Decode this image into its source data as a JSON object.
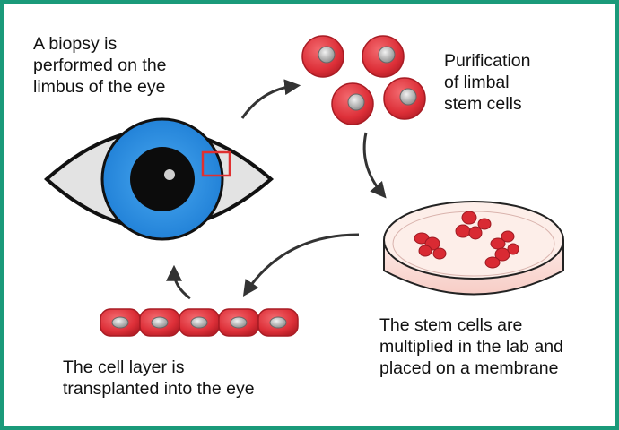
{
  "labels": {
    "biopsy": [
      "A biopsy is",
      "performed on the",
      "limbus  of the eye"
    ],
    "purification": [
      "Purification",
      "of limbal",
      "stem cells"
    ],
    "multiplied": [
      "The stem cells are",
      "multiplied in the lab and",
      "placed on a membrane"
    ],
    "transplant": [
      "The cell layer is",
      "transplanted  into the eye"
    ]
  },
  "colors": {
    "border": "#1a9a7a",
    "iris": "#2a8de0",
    "cell_red": "#e0333c",
    "highlight_box": "#e03030",
    "dish_fill": "#fde3de",
    "arrow": "#333333"
  },
  "icons": [
    "eye-icon",
    "stem-cell-icon",
    "petri-dish-icon",
    "cell-layer-icon",
    "arrow-icon"
  ]
}
